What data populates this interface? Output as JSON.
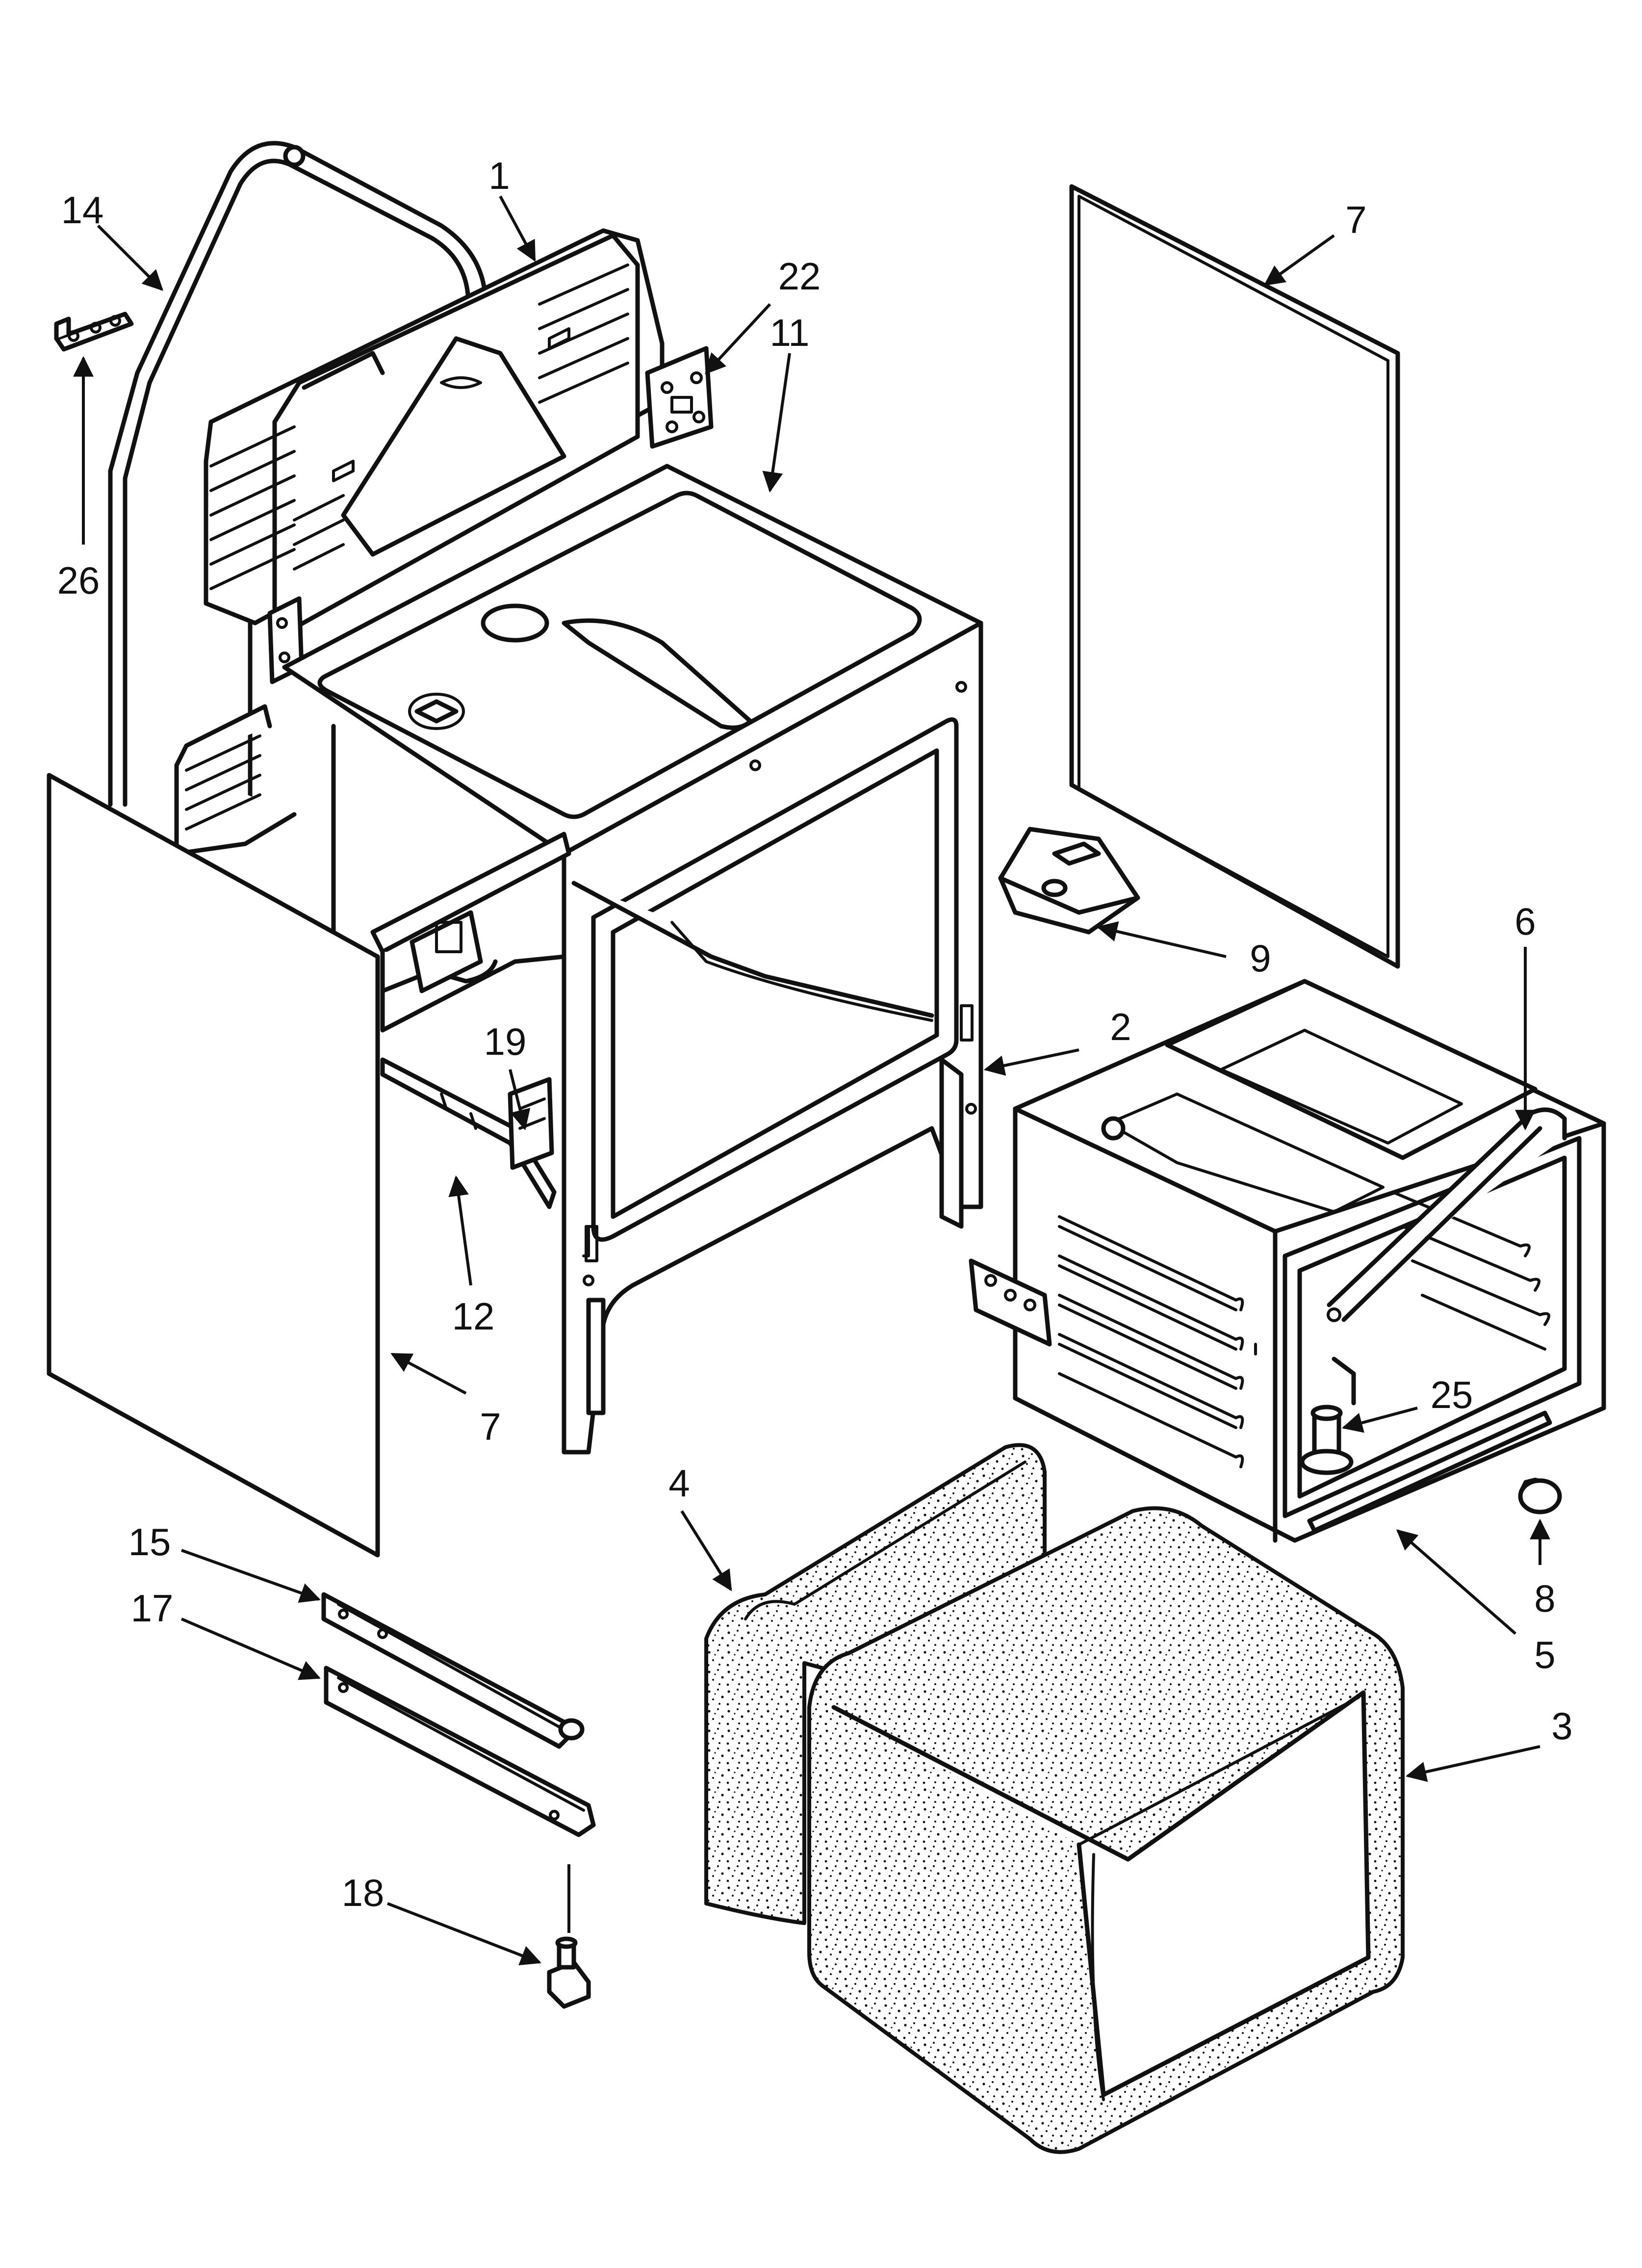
{
  "callouts": [
    {
      "id": "c1",
      "label": "1"
    },
    {
      "id": "c2",
      "label": "2"
    },
    {
      "id": "c3",
      "label": "3"
    },
    {
      "id": "c4",
      "label": "4"
    },
    {
      "id": "c5",
      "label": "5"
    },
    {
      "id": "c6",
      "label": "6"
    },
    {
      "id": "c7a",
      "label": "7"
    },
    {
      "id": "c7b",
      "label": "7"
    },
    {
      "id": "c8",
      "label": "8"
    },
    {
      "id": "c9",
      "label": "9"
    },
    {
      "id": "c11",
      "label": "11"
    },
    {
      "id": "c12",
      "label": "12"
    },
    {
      "id": "c14",
      "label": "14"
    },
    {
      "id": "c15",
      "label": "15"
    },
    {
      "id": "c17",
      "label": "17"
    },
    {
      "id": "c18",
      "label": "18"
    },
    {
      "id": "c19",
      "label": "19"
    },
    {
      "id": "c22",
      "label": "22"
    },
    {
      "id": "c25",
      "label": "25"
    },
    {
      "id": "c26",
      "label": "26"
    }
  ],
  "colors": {
    "line": "#111111",
    "background": "#ffffff"
  }
}
